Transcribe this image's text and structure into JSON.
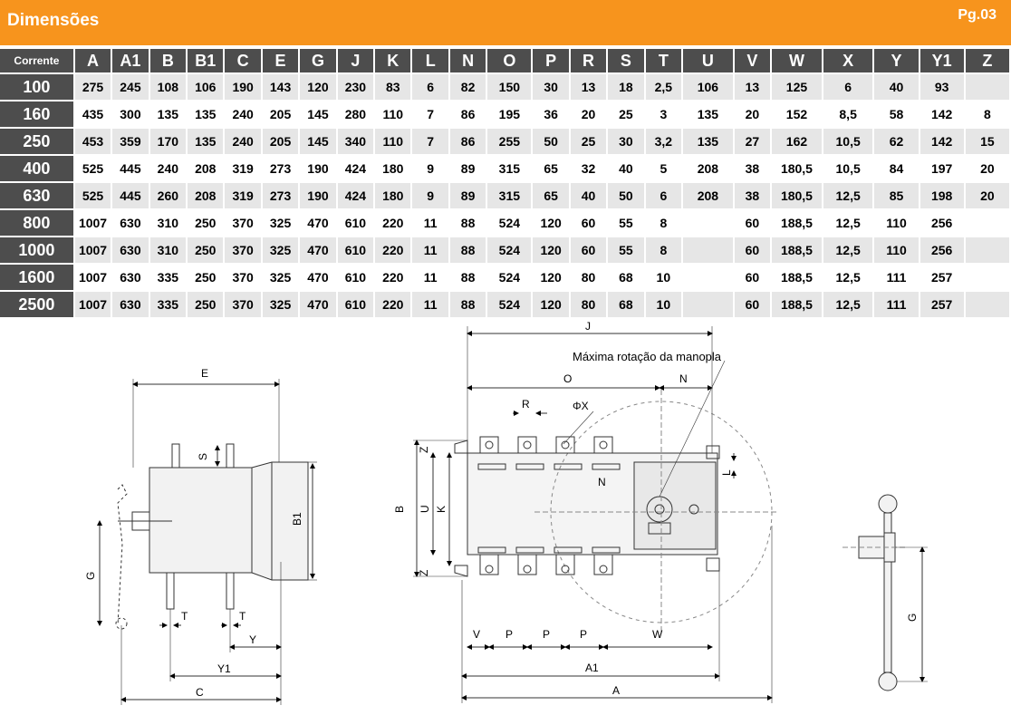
{
  "header": {
    "title": "Dimensões",
    "page": "Pg.03"
  },
  "table": {
    "corner": "Corrente",
    "columns": [
      "A",
      "A1",
      "B",
      "B1",
      "C",
      "E",
      "G",
      "J",
      "K",
      "L",
      "N",
      "O",
      "P",
      "R",
      "S",
      "T",
      "U",
      "V",
      "W",
      "X",
      "Y",
      "Y1",
      "Z"
    ],
    "rows": [
      {
        "label": "100",
        "cells": [
          "275",
          "245",
          "108",
          "106",
          "190",
          "143",
          "120",
          "230",
          "83",
          "6",
          "82",
          "150",
          "30",
          "13",
          "18",
          "2,5",
          "106",
          "13",
          "125",
          "6",
          "40",
          "93",
          ""
        ]
      },
      {
        "label": "160",
        "cells": [
          "435",
          "300",
          "135",
          "135",
          "240",
          "205",
          "145",
          "280",
          "110",
          "7",
          "86",
          "195",
          "36",
          "20",
          "25",
          "3",
          "135",
          "20",
          "152",
          "8,5",
          "58",
          "142",
          "8"
        ]
      },
      {
        "label": "250",
        "cells": [
          "453",
          "359",
          "170",
          "135",
          "240",
          "205",
          "145",
          "340",
          "110",
          "7",
          "86",
          "255",
          "50",
          "25",
          "30",
          "3,2",
          "135",
          "27",
          "162",
          "10,5",
          "62",
          "142",
          "15"
        ]
      },
      {
        "label": "400",
        "cells": [
          "525",
          "445",
          "240",
          "208",
          "319",
          "273",
          "190",
          "424",
          "180",
          "9",
          "89",
          "315",
          "65",
          "32",
          "40",
          "5",
          "208",
          "38",
          "180,5",
          "10,5",
          "84",
          "197",
          "20"
        ]
      },
      {
        "label": "630",
        "cells": [
          "525",
          "445",
          "260",
          "208",
          "319",
          "273",
          "190",
          "424",
          "180",
          "9",
          "89",
          "315",
          "65",
          "40",
          "50",
          "6",
          "208",
          "38",
          "180,5",
          "12,5",
          "85",
          "198",
          "20"
        ]
      },
      {
        "label": "800",
        "cells": [
          "1007",
          "630",
          "310",
          "250",
          "370",
          "325",
          "470",
          "610",
          "220",
          "11",
          "88",
          "524",
          "120",
          "60",
          "55",
          "8",
          "",
          "60",
          "188,5",
          "12,5",
          "110",
          "256",
          ""
        ]
      },
      {
        "label": "1000",
        "cells": [
          "1007",
          "630",
          "310",
          "250",
          "370",
          "325",
          "470",
          "610",
          "220",
          "11",
          "88",
          "524",
          "120",
          "60",
          "55",
          "8",
          "",
          "60",
          "188,5",
          "12,5",
          "110",
          "256",
          ""
        ]
      },
      {
        "label": "1600",
        "cells": [
          "1007",
          "630",
          "335",
          "250",
          "370",
          "325",
          "470",
          "610",
          "220",
          "11",
          "88",
          "524",
          "120",
          "80",
          "68",
          "10",
          "",
          "60",
          "188,5",
          "12,5",
          "111",
          "257",
          ""
        ]
      },
      {
        "label": "2500",
        "cells": [
          "1007",
          "630",
          "335",
          "250",
          "370",
          "325",
          "470",
          "610",
          "220",
          "11",
          "88",
          "524",
          "120",
          "80",
          "68",
          "10",
          "",
          "60",
          "188,5",
          "12,5",
          "111",
          "257",
          ""
        ]
      }
    ]
  },
  "drawing": {
    "note": "Máxima rotação da manopla",
    "side_labels": {
      "E": "E",
      "S": "S",
      "B1": "B1",
      "G": "G",
      "T": "T",
      "T2": "T",
      "Y": "Y",
      "Y1": "Y1",
      "C": "C"
    },
    "front_labels": {
      "J": "J",
      "O": "O",
      "N": "N",
      "R": "R",
      "X": "ΦX",
      "Z": "Z",
      "Z2": "Z",
      "B": "B",
      "U": "U",
      "K": "K",
      "L": "L",
      "Nbar": "N",
      "V": "V",
      "P1": "P",
      "P2": "P",
      "P3": "P",
      "W": "W",
      "A1": "A1",
      "A": "A"
    },
    "handle_labels": {
      "G": "G"
    }
  }
}
